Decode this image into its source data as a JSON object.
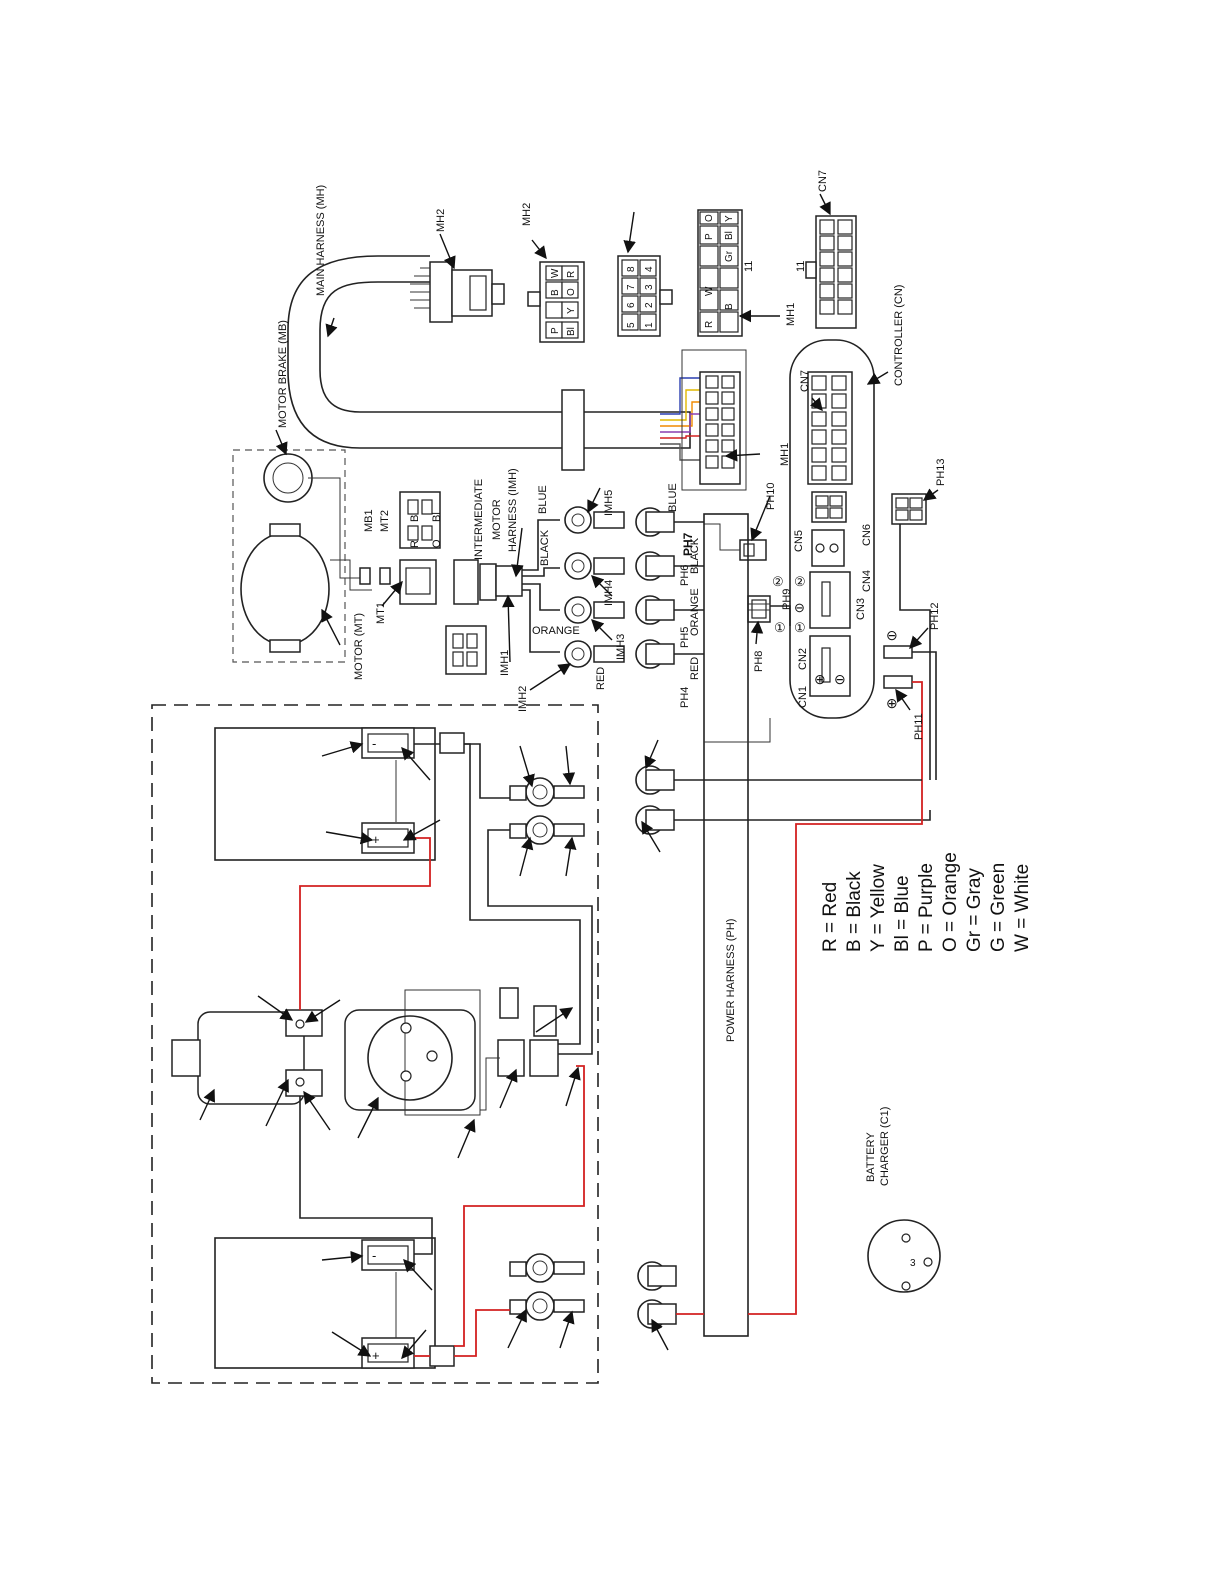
{
  "diagram": {
    "labels": {
      "motor_brake": "MOTOR BRAKE (MB)",
      "main_harness": "MAIN HARNESS (MH)",
      "mh2_a": "MH2",
      "mh2_b": "MH2",
      "mb1": "MB1",
      "mt2": "MT2",
      "mt1": "MT1",
      "motor": "MOTOR (MT)",
      "intermediate_harness": "INTERMEDIATE MOTOR HARNESS (IMH)",
      "imh1": "IMH1",
      "imh2": "IMH2",
      "imh3": "IMH3",
      "imh4": "IMH4",
      "imh5": "IMH5",
      "mh1_a": "MH1",
      "mh1_b": "MH1",
      "cn7_a": "CN7",
      "cn7_b": "CN7",
      "controller": "CONTROLLER (CN)",
      "pin11_a": "11",
      "pin11_b": "11",
      "ph13": "PH13",
      "ph12": "PH12",
      "ph11": "PH11",
      "ph10": "PH10",
      "ph9": "PH9",
      "ph8": "PH8",
      "ph7": "PH7",
      "ph6": "PH6",
      "ph5": "PH5",
      "ph4": "PH4",
      "cn1": "CN1",
      "cn2": "CN2",
      "cn3": "CN3",
      "cn4": "CN4",
      "cn5": "CN5",
      "cn6": "CN6",
      "power_harness": "POWER HARNESS (PH)",
      "battery_charger": "BATTERY CHARGER (C1)",
      "charger_pin": "3",
      "wire_red_a": "RED",
      "wire_orange_a": "ORANGE",
      "wire_black_a": "BLACK",
      "wire_blue_a": "BLUE",
      "wire_red_b": "RED",
      "wire_orange_b": "ORANGE",
      "wire_black_b": "BLACK",
      "wire_blue_b": "BLUE",
      "plus": "⊕",
      "minus": "⊖",
      "circ1": "①",
      "circ2": "②",
      "brake_conn": {
        "r": "R",
        "b": "B",
        "o": "O",
        "bl": "Bl"
      },
      "mh2_pins": [
        "P",
        "B",
        "W",
        "Bl",
        "Y",
        "O",
        "R"
      ],
      "grid8_pins": [
        "5",
        "6",
        "7",
        "8",
        "1",
        "2",
        "3",
        "4"
      ],
      "mh1_pins": [
        "R",
        "W",
        "P",
        "O",
        "Y",
        "B",
        "Gr",
        "Bl"
      ]
    },
    "legend": [
      "R = Red",
      "B = Black",
      "Y = Yellow",
      "Bl = Blue",
      "P = Purple",
      "O = Orange",
      "Gr = Gray",
      "G = Green",
      "W = White"
    ]
  }
}
